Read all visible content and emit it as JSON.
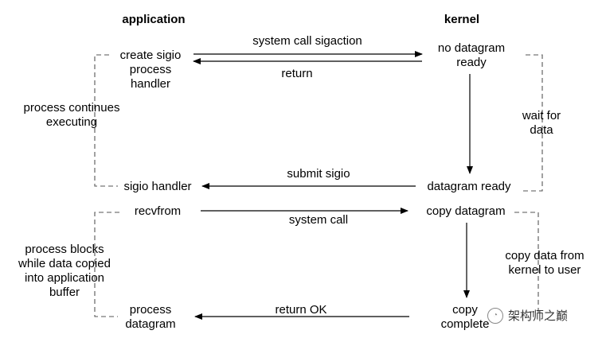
{
  "headers": {
    "application": "application",
    "kernel": "kernel"
  },
  "app_steps": {
    "create_handler": "create sigio\nprocess\nhandler",
    "sigio_handler": "sigio handler",
    "recvfrom": "recvfrom",
    "process_datagram": "process\ndatagram"
  },
  "kernel_steps": {
    "no_datagram": "no datagram\nready",
    "datagram_ready": "datagram ready",
    "copy_datagram": "copy datagram",
    "copy_complete": "copy\ncomplete"
  },
  "messages": {
    "sigaction": "system call sigaction",
    "return": "return",
    "submit_sigio": "submit sigio",
    "system_call": "system call",
    "return_ok": "return OK"
  },
  "side_notes": {
    "process_continues": "process continues\nexecuting",
    "wait_for_data": "wait for\ndata",
    "process_blocks": "process blocks\nwhile data copied\ninto application\nbuffer",
    "copy_data": "copy data from\nkernel to user"
  },
  "watermark": {
    "text": "架构师之巅",
    "icon": "wechat-icon"
  },
  "colors": {
    "line": "#000000",
    "dashed": "#555555"
  }
}
